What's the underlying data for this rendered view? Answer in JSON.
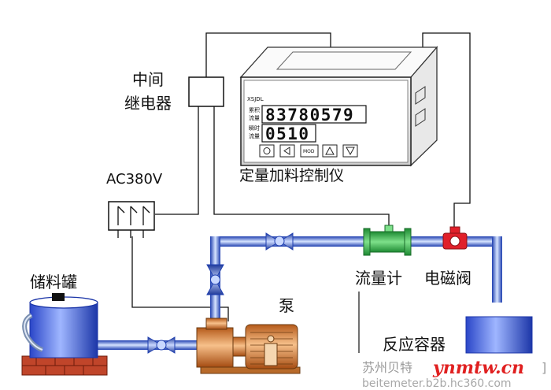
{
  "labels": {
    "relay_line1": "中间",
    "relay_line2": "继电器",
    "breaker": "AC380V",
    "controller": "定量加料控制仪",
    "flowmeter": "流量计",
    "solenoid_valve": "电磁阀",
    "pump": "泵",
    "storage_tank": "储料罐",
    "reactor": "反应容器"
  },
  "controller": {
    "brand": "XSJDL",
    "row1_label_a": "累积",
    "row1_label_b": "流量",
    "row1_value": "83780579",
    "row2_label_a": "瞬时",
    "row2_label_b": "流量",
    "row2_value": "0510",
    "mod_button": "MOD"
  },
  "watermark": {
    "company": "苏州贝特",
    "site": "ynmtw.cn",
    "url": "beitemeter.b2b.hc360.com",
    "bracket": "]"
  },
  "colors": {
    "pipe": "#3b6fe0",
    "flowmeter": "#2fb84a",
    "valve_red": "#e0202a",
    "pump_orange": "#e08a3a",
    "brick": "#c0452a"
  }
}
